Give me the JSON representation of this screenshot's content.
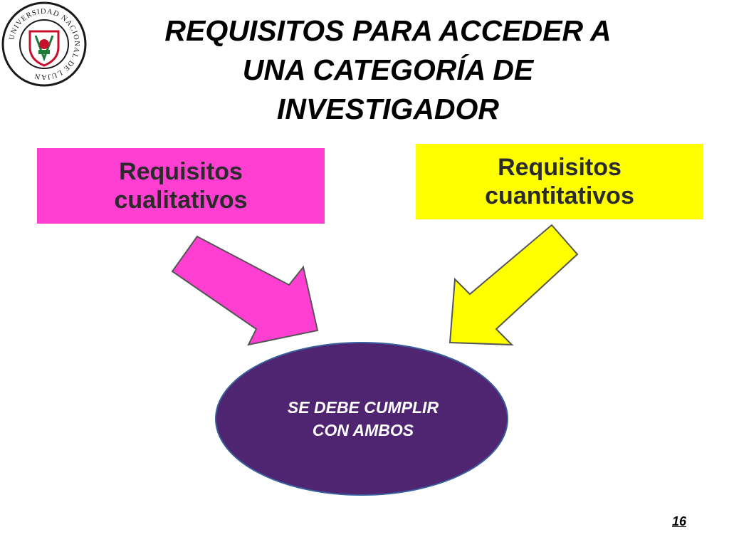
{
  "logo": {
    "ring_text": "UNIVERSIDAD NACIONAL DE LUJAN",
    "ring_color": "#1a1a1a",
    "accent_red": "#c8102e",
    "accent_green": "#1f7a3a"
  },
  "title": {
    "line1": "REQUISITOS PARA ACCEDER A",
    "line2": "UNA CATEGORÍA DE",
    "line3": "INVESTIGADOR"
  },
  "boxes": {
    "cualitativos": {
      "line1": "Requisitos",
      "line2": "cualitativos",
      "color": "#ff3fd2"
    },
    "cuantitativos": {
      "line1": "Requisitos",
      "line2": "cuantitativos",
      "color": "#ffff00"
    }
  },
  "arrows": {
    "left_color": "#ff3fd2",
    "right_color": "#ffff00",
    "stroke_color": "#555555"
  },
  "ellipse": {
    "line1": "SE DEBE CUMPLIR",
    "line2": "CON AMBOS",
    "fill": "#4f2470",
    "stroke": "#3a5f9e"
  },
  "page_number": "16"
}
